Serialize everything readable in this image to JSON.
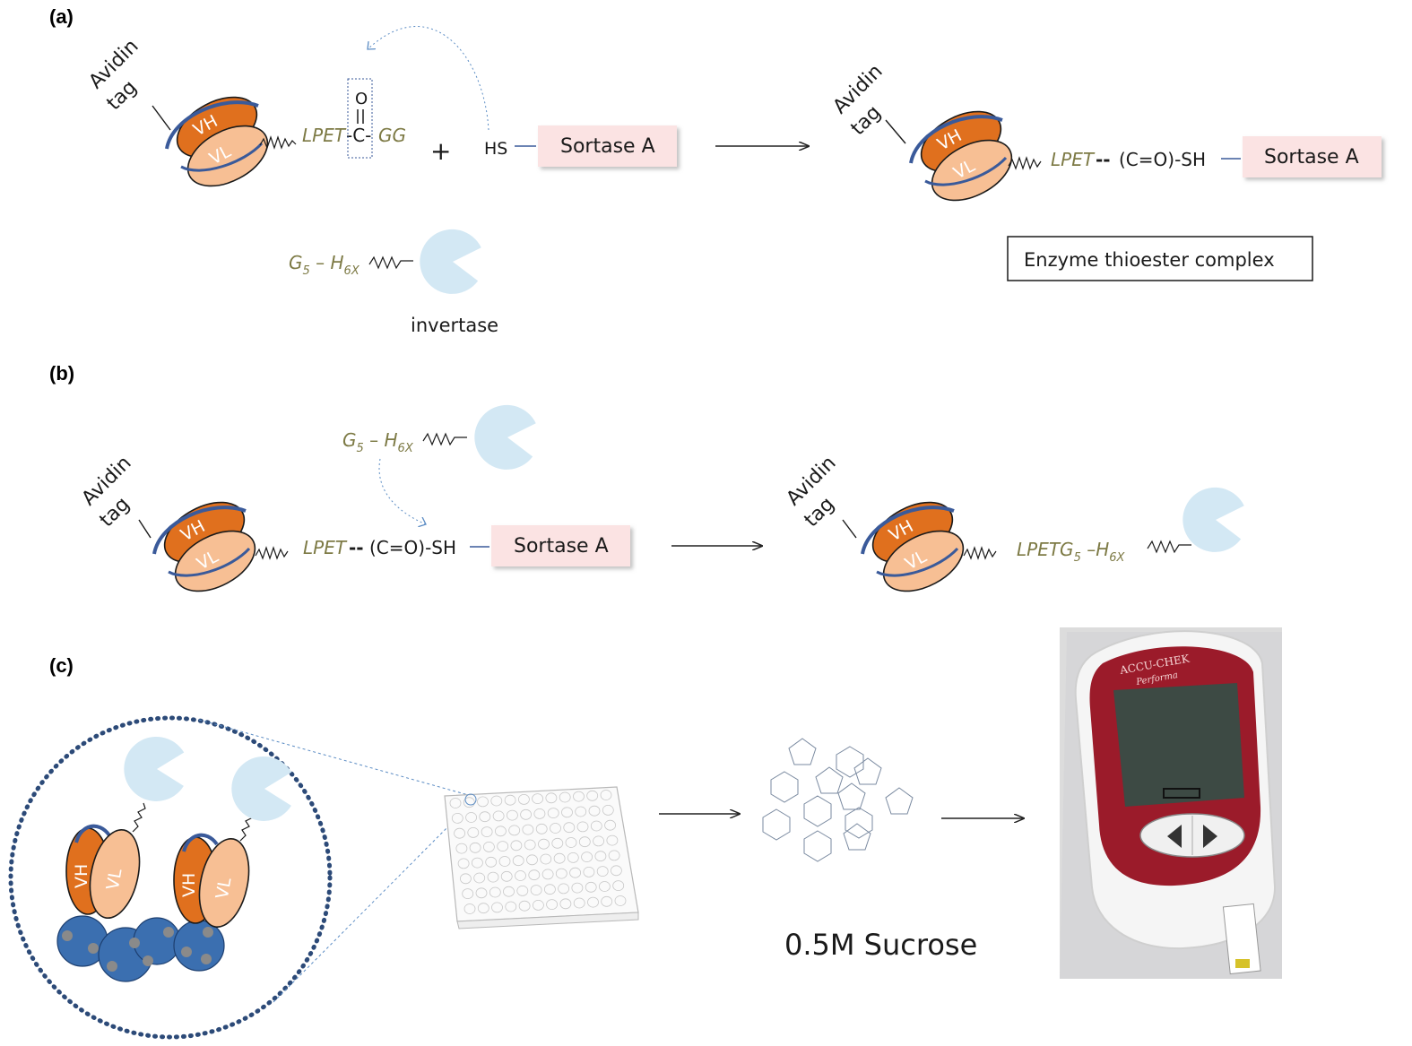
{
  "panels": {
    "a": "(a)",
    "b": "(b)",
    "c": "(c)"
  },
  "labels": {
    "avidin": "Avidin",
    "tag": "tag",
    "vh": "VH",
    "vl": "VL",
    "sortase": "Sortase A",
    "hs": "HS",
    "plus": "+",
    "carbonyl_o": "O",
    "carbonyl_eq": "=",
    "carbonyl_c": "-C-",
    "lpet": "LPET",
    "gg": "GG",
    "thio_link": "(C=O)-SH",
    "dashes": "--",
    "g5": "G",
    "sub5": "5",
    "h6x_h": "H",
    "sub6x": "6X",
    "dash_minus": "–",
    "lpetg": "LPETG",
    "invertase": "invertase",
    "complex": "Enzyme thioester complex",
    "sucrose": "0.5M Sucrose",
    "meter_brand": "ACCU-CHEK",
    "meter_model": "Performa"
  },
  "colors": {
    "vh_fill": "#e0701e",
    "vl_fill": "#f7bf94",
    "loop": "#3a5a9a",
    "sortase_fill": "#fbe3e3",
    "invertase_fill": "#d3e8f4",
    "seq_color": "#7d7a45",
    "streptavidin": "#3b6fb0",
    "meter_red": "#9b1b2a"
  }
}
